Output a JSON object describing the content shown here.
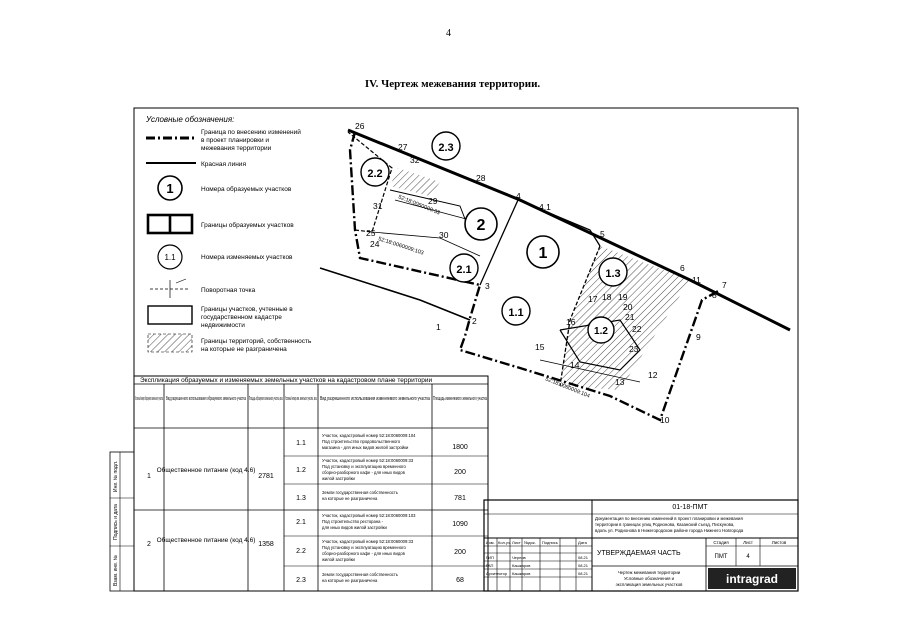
{
  "page_number": "4",
  "title": "IV.  Чертеж межевания территории.",
  "legend": {
    "heading": "Условные обозначения:",
    "items": [
      {
        "icon": "dash-dot-line-icon",
        "lines": [
          "Граница по внесению изменений",
          "в проект планировки и",
          "межевания территории"
        ]
      },
      {
        "icon": "red-line-icon",
        "lines": [
          "Красная линия"
        ]
      },
      {
        "icon": "circle-number-icon",
        "symbol": "1",
        "lines": [
          "Номера образуемых участков"
        ]
      },
      {
        "icon": "double-box-icon",
        "lines": [
          "Границы образуемых участков"
        ]
      },
      {
        "icon": "circle-number-icon",
        "symbol": "1.1",
        "lines": [
          "Номера изменяемых участков"
        ]
      },
      {
        "icon": "turning-point-icon",
        "lines": [
          "Поворотная точка"
        ]
      },
      {
        "icon": "box-icon",
        "lines": [
          "Границы участков, учтенные в",
          "государственном кадастре",
          "недвижимости"
        ]
      },
      {
        "icon": "hatch-icon",
        "lines": [
          "Границы территорий, собственность",
          "на которые не разграничена"
        ]
      }
    ]
  },
  "map": {
    "parcels": [
      "1",
      "2",
      "2.1",
      "1.1",
      "1.2",
      "1.3",
      "2.2",
      "2.3"
    ],
    "points": [
      "26",
      "27",
      "32",
      "28",
      "29",
      "31",
      "30",
      "25",
      "24",
      "4",
      "4.1",
      "5",
      "6",
      "11",
      "7",
      "8",
      "9",
      "10",
      "3",
      "2",
      "1",
      "17",
      "18",
      "19",
      "20",
      "21",
      "22",
      "23",
      "15",
      "16",
      "13",
      "14",
      "12"
    ],
    "cadastral_labels": [
      "52:18:0060009:33",
      "52:18:0060009:103",
      "52:18:0060009:104"
    ]
  },
  "explication": {
    "caption": "Экспликация образуемых и изменяемых земельных участков на кадастровом плане территории",
    "headers": [
      "Условный номер образуемого земельного участка",
      "Вид разрешенного использования образуемого земельного участка",
      "Площадь образуемого земельного участка, кв.м.",
      "Условный номер изм. земельного участка, кв.м.",
      "Вид разрешенного использования изменяемого земельного участка",
      "Площадь изменяемого земельного участка"
    ],
    "groups": [
      {
        "num": "1",
        "use": "Общественное питание (код 4.6)",
        "area": "2781",
        "rows": [
          {
            "id": "1.1",
            "desc": [
              "Участок, кадастровый номер 52:18:0060009:104",
              "Под строительство продовольственного",
              "магазина - для иных видов жилой застройки"
            ],
            "area": "1800"
          },
          {
            "id": "1.2",
            "desc": [
              "Участок, кадастровый номер 52:18:0060009:33",
              "Под установку и эксплуатацию временного",
              "сборно-разборного кафе - для иных видов",
              "жилой застройки"
            ],
            "area": "200"
          },
          {
            "id": "1.3",
            "desc": [
              "Земли государственная собственность",
              "на которые не разграничена"
            ],
            "area": "781"
          }
        ]
      },
      {
        "num": "2",
        "use": "Общественное питание (код 4.6)",
        "area": "1358",
        "rows": [
          {
            "id": "2.1",
            "desc": [
              "Участок, кадастровый номер 52:18:0060009:103",
              "Под строительство ресторана -",
              "для иных видов жилой застройки"
            ],
            "area": "1090"
          },
          {
            "id": "2.2",
            "desc": [
              "Участок, кадастровый номер 52:18:0060009:33",
              "Под установку и эксплуатацию временного",
              "сборно-разборного кафе - для иных видов",
              "жилой застройки"
            ],
            "area": "200"
          },
          {
            "id": "2.3",
            "desc": [
              "Земли государственная собственность",
              "на которые не разграничена"
            ],
            "area": "68"
          }
        ]
      }
    ]
  },
  "side_stamp": [
    "Инв. № подл.",
    "Подпись и дата",
    "Взам. инв. №"
  ],
  "stamp": {
    "code": "01-18-ПМТ",
    "description": [
      "Документация по внесению изменений в проект планировки и межевания",
      "территории в границах улиц Родионова, Казанский съезд, Пискунова,",
      "вдоль ул. Родионова в Нижегородском районе города Нижнего Новгорода"
    ],
    "doc_header": [
      "Изм.",
      "Кол.уч.",
      "Лист",
      "№док.",
      "Подпись",
      "Дата"
    ],
    "signers": [
      {
        "role": "ГИП",
        "name": "Чернов",
        "date": "08.21"
      },
      {
        "role": "ГАП",
        "name": "Кашкаров",
        "date": "08.21"
      },
      {
        "role": "Архитектор",
        "name": "Кашкаров",
        "date": "08.21"
      }
    ],
    "approved": "УТВЕРЖДАЕМАЯ  ЧАСТЬ",
    "sheet_header": [
      "Стадия",
      "Лист",
      "Листов"
    ],
    "sheet_values": [
      "ПМТ",
      "4",
      ""
    ],
    "sheet_title": [
      "Чертеж межевания территории",
      "Условные обозначения и",
      "экспликация земельных участков"
    ],
    "company": "intragrad"
  }
}
